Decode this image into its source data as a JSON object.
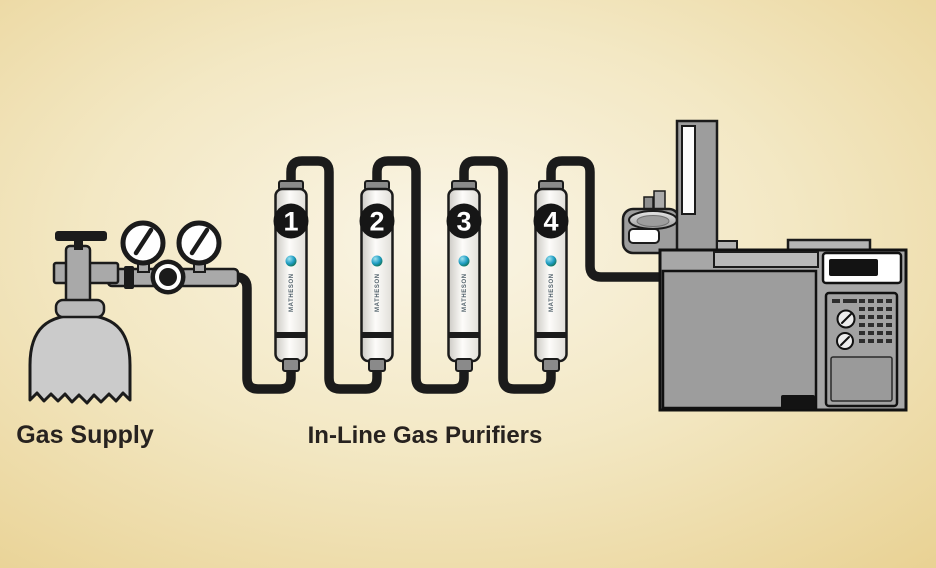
{
  "diagram": {
    "gas_supply": {
      "label": "Gas Supply",
      "components": [
        "gas-cylinder",
        "cylinder-valve",
        "t-handle",
        "pressure-regulator",
        "high-pressure-gauge",
        "low-pressure-gauge"
      ]
    },
    "purifiers": {
      "label": "In-Line Gas Purifiers",
      "brand": "MATHESON",
      "items": [
        {
          "number": "1"
        },
        {
          "number": "2"
        },
        {
          "number": "3"
        },
        {
          "number": "4"
        }
      ]
    },
    "instrument": {
      "components": [
        "gas-chromatograph",
        "autosampler-tower",
        "autosampler-arm",
        "sample-carousel",
        "oven-door",
        "door-handle",
        "display-screen",
        "control-keypad",
        "control-dials"
      ]
    },
    "flow": "gas supply cylinder → regulator → purifiers 1-4 in series → gas chromatograph"
  },
  "colors": {
    "background_center": "#faf5e6",
    "background_edge": "#e9d294",
    "tubing": "#1b1b1b",
    "equipment_gray": "#a7a7a7",
    "cylinder_gray": "#cbcbcb",
    "purifier_body": "#f2f1ed",
    "number_badge": "#161616",
    "globe_logo": "#1f9dc4",
    "label_text": "#27221f"
  }
}
